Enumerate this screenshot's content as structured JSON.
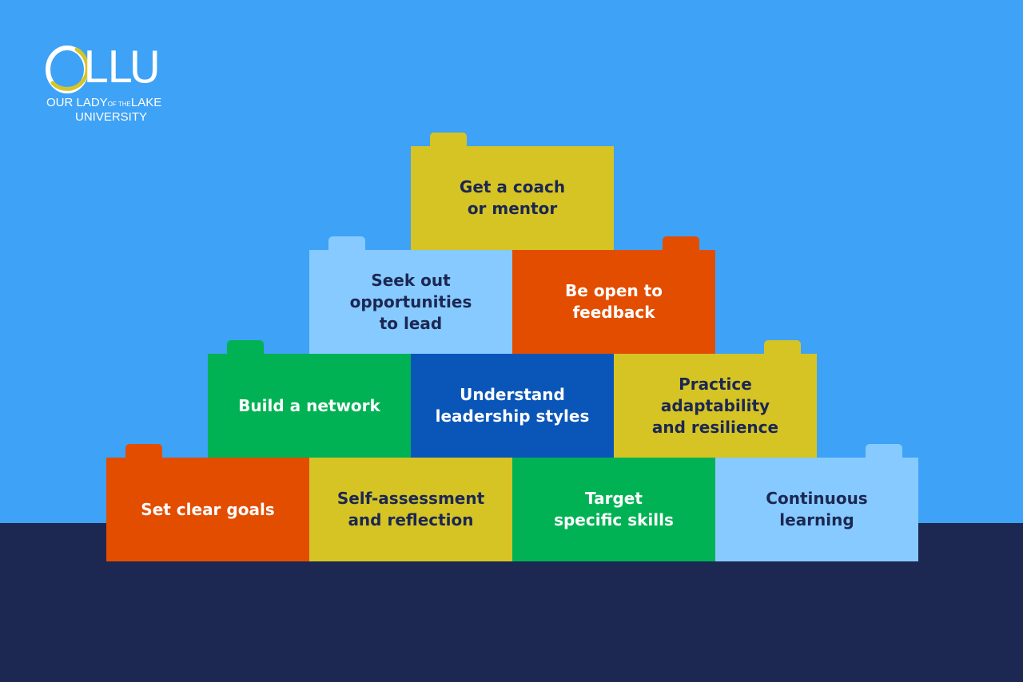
{
  "logo": {
    "wordmark": "LLU",
    "line1_a": "OUR LADY",
    "line1_b": "OF THE",
    "line1_c": "LAKE",
    "line2": "UNIVERSITY",
    "ring_color": "#d4c62a"
  },
  "colors": {
    "sky": "#3ea2f6",
    "ground": "#1c2752",
    "yellow": "#d5c424",
    "light_blue": "#86caff",
    "orange": "#e34d00",
    "green": "#00b254",
    "dark_blue": "#0a56b8",
    "dark_text": "#1c2752",
    "white_text": "#ffffff"
  },
  "pyramid": {
    "rows": [
      {
        "bricks": [
          {
            "label": "Get a coach\nor mentor",
            "color": "yellow",
            "text": "dark_text",
            "studs": [
              0,
              0
            ]
          }
        ]
      },
      {
        "bricks": [
          {
            "label": "Seek out\nopportunities\nto lead",
            "color": "light_blue",
            "text": "dark_text",
            "studs": [
              0
            ]
          },
          {
            "label": "Be open to\nfeedback",
            "color": "orange",
            "text": "white_text",
            "studs": [
              1
            ]
          }
        ]
      },
      {
        "bricks": [
          {
            "label": "Build a network",
            "color": "green",
            "text": "white_text",
            "studs": [
              0
            ]
          },
          {
            "label": "Understand\nleadership styles",
            "color": "dark_blue",
            "text": "white_text",
            "studs": []
          },
          {
            "label": "Practice\nadaptability\nand resilience",
            "color": "yellow",
            "text": "dark_text",
            "studs": [
              1
            ]
          }
        ]
      },
      {
        "bricks": [
          {
            "label": "Set clear goals",
            "color": "orange",
            "text": "white_text",
            "studs": [
              0
            ]
          },
          {
            "label": "Self-assessment\nand reflection",
            "color": "yellow",
            "text": "dark_text",
            "studs": []
          },
          {
            "label": "Target\nspecific skills",
            "color": "green",
            "text": "white_text",
            "studs": []
          },
          {
            "label": "Continuous\nlearning",
            "color": "light_blue",
            "text": "dark_text",
            "studs": [
              1
            ]
          }
        ]
      }
    ]
  }
}
